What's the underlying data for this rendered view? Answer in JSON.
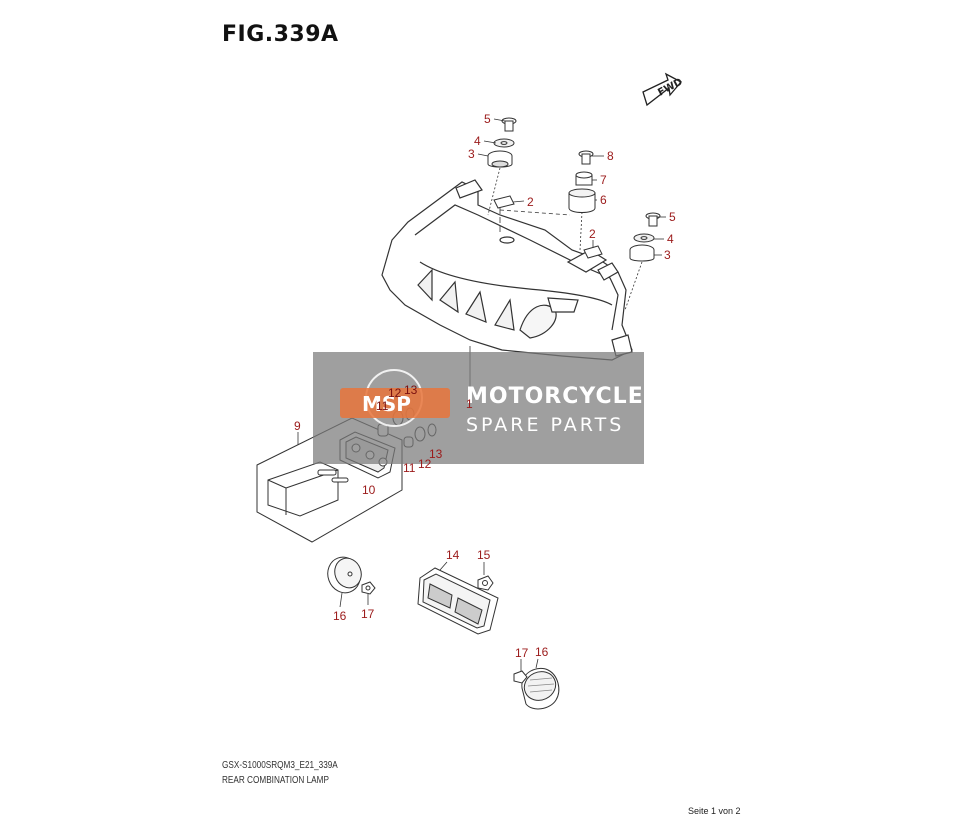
{
  "figure": {
    "title": "FIG.339A",
    "diagram_code": "GSX-S1000SRQM3_E21_339A",
    "diagram_name": "REAR COMBINATION LAMP",
    "page_info": "Seite 1 von 2",
    "direction_marker": "FWD"
  },
  "watermark": {
    "logo_text": "MSP",
    "brand": "MOTORCYCLE",
    "subtitle": "SPARE PARTS"
  },
  "callouts": [
    {
      "id": "c-5a",
      "number": "5"
    },
    {
      "id": "c-4a",
      "number": "4"
    },
    {
      "id": "c-3a",
      "number": "3"
    },
    {
      "id": "c-2a",
      "number": "2"
    },
    {
      "id": "c-8",
      "number": "8"
    },
    {
      "id": "c-7",
      "number": "7"
    },
    {
      "id": "c-6",
      "number": "6"
    },
    {
      "id": "c-5b",
      "number": "5"
    },
    {
      "id": "c-4b",
      "number": "4"
    },
    {
      "id": "c-2b",
      "number": "2"
    },
    {
      "id": "c-3b",
      "number": "3"
    },
    {
      "id": "c-1",
      "number": "1"
    },
    {
      "id": "c-9",
      "number": "9"
    },
    {
      "id": "c-12a",
      "number": "12"
    },
    {
      "id": "c-13a",
      "number": "13"
    },
    {
      "id": "c-11a",
      "number": "11"
    },
    {
      "id": "c-10",
      "number": "10"
    },
    {
      "id": "c-11b",
      "number": "11"
    },
    {
      "id": "c-12b",
      "number": "12"
    },
    {
      "id": "c-13b",
      "number": "13"
    },
    {
      "id": "c-14",
      "number": "14"
    },
    {
      "id": "c-15",
      "number": "15"
    },
    {
      "id": "c-16a",
      "number": "16"
    },
    {
      "id": "c-17a",
      "number": "17"
    },
    {
      "id": "c-17b",
      "number": "17"
    },
    {
      "id": "c-16b",
      "number": "16"
    }
  ],
  "colors": {
    "callout": "#9b1a1a",
    "line": "#333333",
    "watermark_bg": "#7a7a7a",
    "logo_orange": "#e8743b"
  }
}
